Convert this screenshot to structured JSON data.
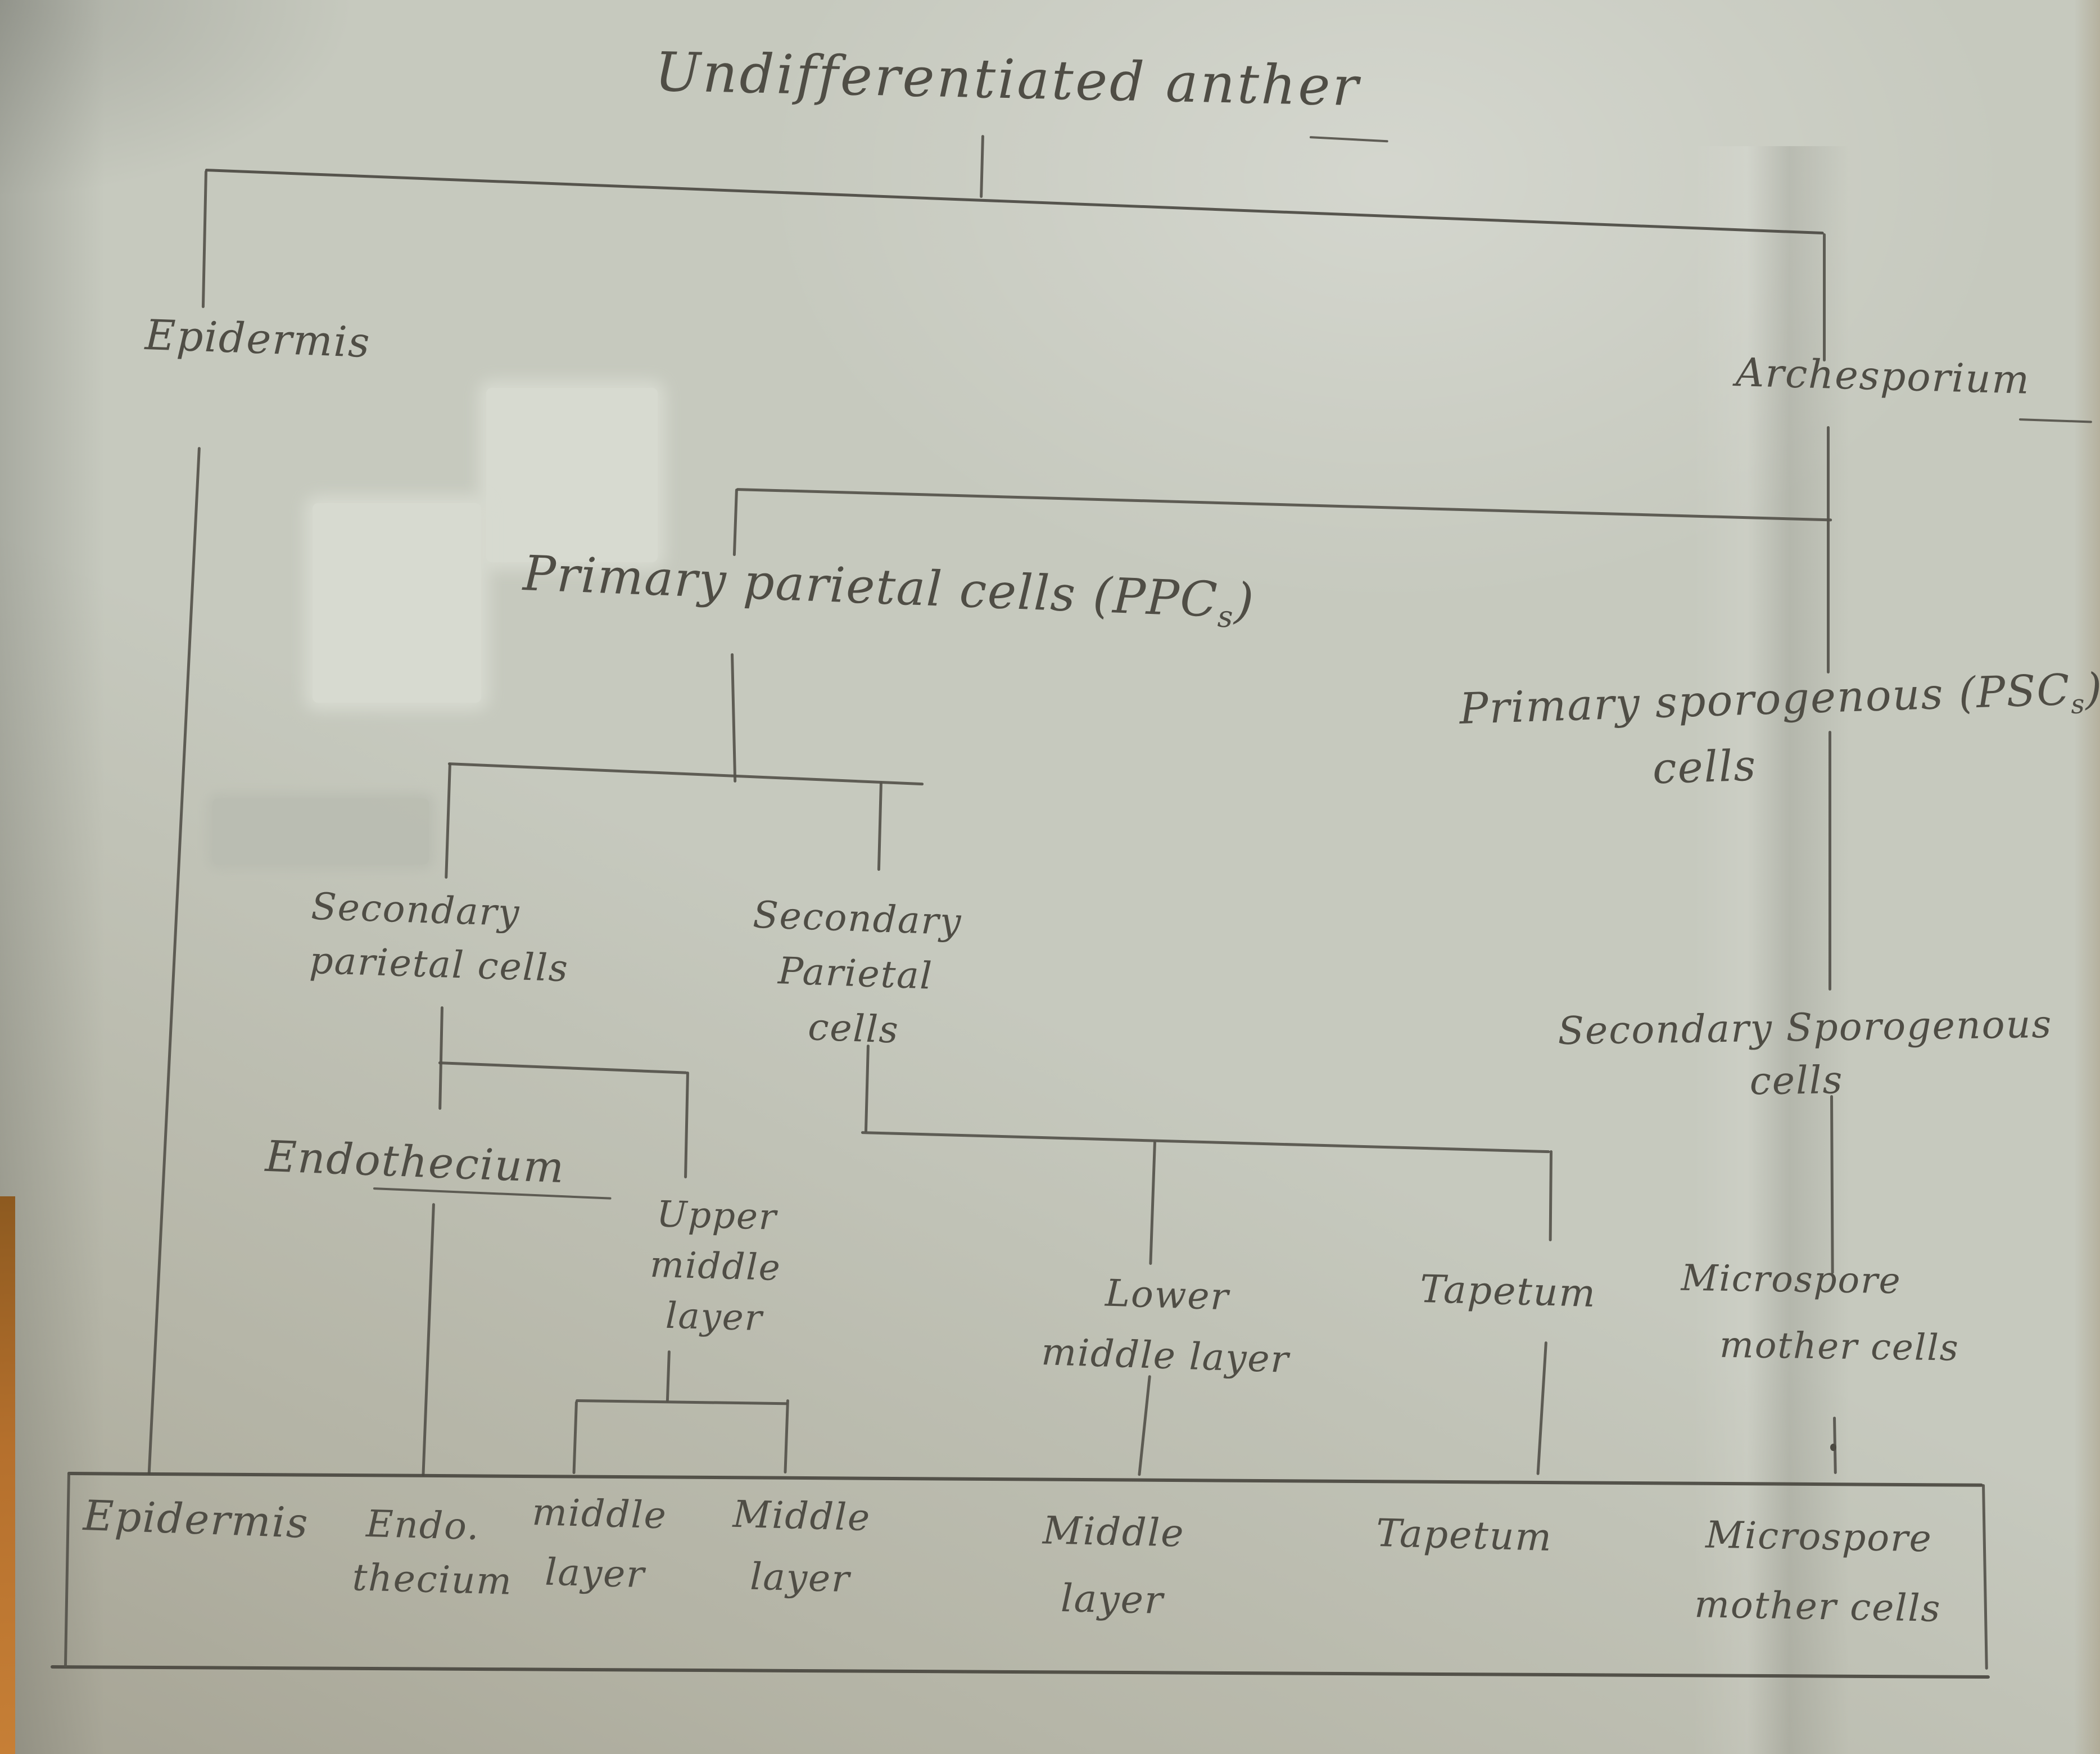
{
  "title": "Undifferentiated anther",
  "nodes": {
    "epidermis": "Epidermis",
    "archesporium": "Archesporium",
    "primary_parietal": {
      "pre": "Primary parietal cells (PPC",
      "sub": "s",
      "post": ")"
    },
    "primary_sporogenous": {
      "pre": "Primary sporogenous (PSC",
      "sub": "s",
      "post": ")",
      "line2": "cells"
    },
    "secondary_parietal_left": {
      "line1": "Secondary",
      "line2": "parietal cells"
    },
    "secondary_parietal_right": {
      "line1": "Secondary",
      "line2": "Parietal",
      "line3": "cells"
    },
    "secondary_sporogenous": {
      "line1": "Secondary Sporogenous",
      "line2": "cells"
    },
    "endothecium": "Endothecium",
    "upper_middle_layer": {
      "line1": "Upper",
      "line2": "middle",
      "line3": "layer"
    },
    "lower_middle_layer": {
      "line1": "Lower",
      "line2": "middle layer"
    },
    "tapetum": "Tapetum",
    "microspore_mother_cells": {
      "line1": "Microspore",
      "line2": "mother cells"
    }
  },
  "final_layers_row": [
    {
      "line1": "Epidermis",
      "line2": ""
    },
    {
      "line1": "Endo.",
      "line2": "thecium"
    },
    {
      "line1": "middle",
      "line2": "layer"
    },
    {
      "line1": "Middle",
      "line2": "layer"
    },
    {
      "line1": "Middle",
      "line2": "layer"
    },
    {
      "line1": "Tapetum",
      "line2": ""
    },
    {
      "line1": "Microspore",
      "line2": "mother cells"
    }
  ],
  "colors": {
    "pencil": "#55534b",
    "paper": "#c6c9be",
    "erase_patch": "#d7dad0",
    "photo_edge_strip": "#b5702d"
  }
}
